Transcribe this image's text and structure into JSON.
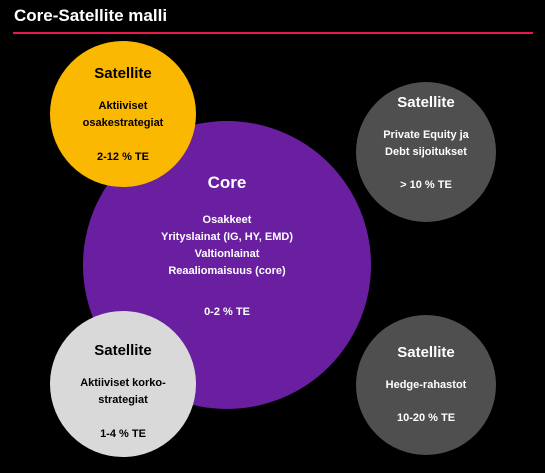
{
  "title": "Core-Satellite malli",
  "colors": {
    "background": "#000000",
    "rule": "#e8184a",
    "core": "#6a1fa0",
    "satellite_yellow": "#fbb800",
    "satellite_light": "#d9d9d9",
    "satellite_dark": "#4f4f4f",
    "text_light": "#ffffff",
    "text_dark": "#000000"
  },
  "core": {
    "heading": "Core",
    "lines": [
      "Osakkeet",
      "Yrityslainat (IG, HY, EMD)",
      "Valtionlainat",
      "Reaaliomaisuus (core)"
    ],
    "allocation": "0-2 % TE"
  },
  "satellites": {
    "top_left": {
      "heading": "Satellite",
      "lines": [
        "Aktiiviset",
        "osakestrategiat"
      ],
      "allocation": "2-12 % TE"
    },
    "bottom_left": {
      "heading": "Satellite",
      "lines": [
        "Aktiiviset korko-",
        "strategiat"
      ],
      "allocation": "1-4 % TE"
    },
    "top_right": {
      "heading": "Satellite",
      "lines": [
        "Private Equity ja",
        "Debt sijoitukset"
      ],
      "allocation": "> 10 % TE"
    },
    "bottom_right": {
      "heading": "Satellite",
      "lines": [
        "Hedge-rahastot"
      ],
      "allocation": "10-20 % TE"
    }
  }
}
